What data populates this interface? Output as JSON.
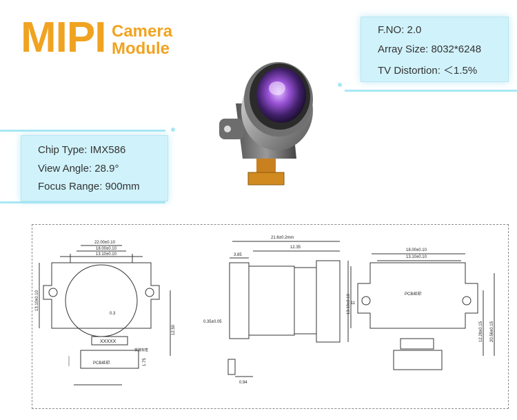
{
  "title": {
    "main": "MIPI",
    "sub_line1": "Camera",
    "sub_line2": "Module"
  },
  "specs_right": [
    "F.NO: 2.0",
    "Array Size: 8032*6248",
    "TV Distortion: ＜1.5%"
  ],
  "specs_left": [
    "Chip Type: IMX586",
    "View Angle: 28.9°",
    "Focus Range: 900mm"
  ],
  "colors": {
    "accent": "#f0a321",
    "panel": "#c8f0fa",
    "glow": "#5fd6ef"
  },
  "drawing": {
    "front": {
      "dim_22": "22.00±0.10",
      "dim_18": "18.00±0.10",
      "dim_13": "13.10±0.10",
      "dim_13v": "13.10±0.10",
      "dim_03": "0.3",
      "dim_1250": "12.50",
      "dim_175": "1.75",
      "label_pcb": "PCB丝印",
      "code": "XXXXX",
      "mount_label": "安装标签"
    },
    "side": {
      "dim_216": "21.6±0.2mm",
      "dim_1235": "12.35",
      "dim_385": "3.85",
      "dim_035": "0.35±0.05",
      "dim_094": "0.94",
      "dim_11": "11"
    },
    "back": {
      "dim_18": "18.00±0.10",
      "dim_13": "13.10±0.10",
      "dim_13v": "13.10±0.10",
      "dim_1228": "12.28±0.15",
      "dim_2056": "20.56±0.15",
      "label_pcb": "PCB丝印"
    }
  }
}
